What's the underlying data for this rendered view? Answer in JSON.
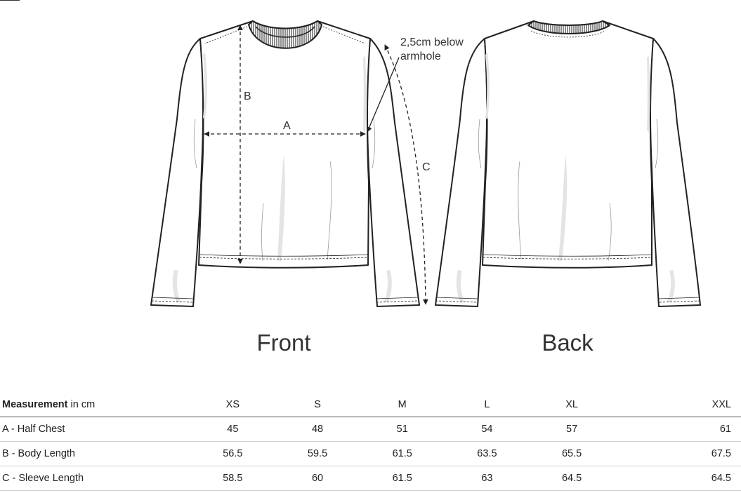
{
  "annotation": {
    "line1": "2,5cm below",
    "line2": "armhole"
  },
  "dimensions": {
    "a": "A",
    "b": "B",
    "c": "C"
  },
  "views": {
    "front": "Front",
    "back": "Back"
  },
  "table": {
    "header_bold": "Measurement",
    "header_unit": " in cm",
    "sizes": [
      "XS",
      "S",
      "M",
      "L",
      "XL",
      "XXL"
    ],
    "rows": [
      {
        "label": "A - Half Chest",
        "values": [
          "45",
          "48",
          "51",
          "54",
          "57",
          "61"
        ]
      },
      {
        "label": "B - Body Length",
        "values": [
          "56.5",
          "59.5",
          "61.5",
          "63.5",
          "65.5",
          "67.5"
        ]
      },
      {
        "label": "C - Sleeve Length",
        "values": [
          "58.5",
          "60",
          "61.5",
          "63",
          "64.5",
          "64.5"
        ]
      }
    ]
  },
  "colors": {
    "outline": "#222222",
    "shading": "#e4e4e4",
    "rule": "#555555"
  }
}
